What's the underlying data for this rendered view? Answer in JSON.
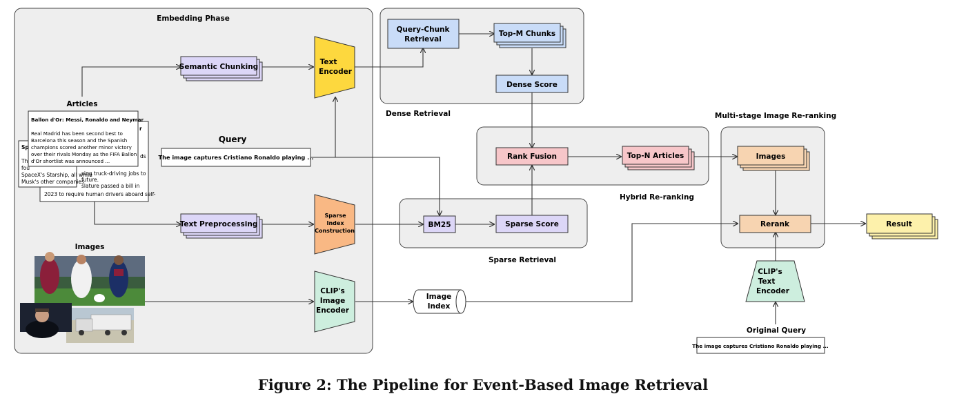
{
  "caption": "Figure 2: The Pipeline for Event-Based Image Retrieval",
  "groups": {
    "embedding": "Embedding Phase",
    "dense": "Dense Retrieval",
    "hybrid": "Hybrid Re-ranking",
    "sparse": "Sparse Retrieval",
    "multistage": "Multi-stage Image Re-ranking"
  },
  "labels": {
    "articles": "Articles",
    "query": "Query",
    "images": "Images",
    "original_query": "Original Query"
  },
  "article_doc": {
    "title": "Ballon d'Or: Messi, Ronaldo and Neymar",
    "body_lines": [
      "Real Madrid has been second best to",
      "Barcelona this season and the Spanish",
      "champions scored another minor victory",
      "over their rivals Monday as the FIFA Ballon",
      "d'Or shortlist was announced ..."
    ],
    "back1_lines": [
      "The",
      "fou",
      "SpaceX's Starship, all while",
      "Musk's other companies"
    ],
    "back1_title": "Spa",
    "back2_lines": [
      "ds",
      "sing truck-driving jobs to",
      "future.",
      "slature passed a bill in",
      "2023 to require human drivers aboard self-"
    ],
    "back2_title": "r"
  },
  "query_text": "The image captures Cristiano Ronaldo playing ...",
  "original_query_text": "The image captures Cristiano Ronaldo playing ...",
  "nodes": {
    "semantic_chunking": "Semantic Chunking",
    "text_encoder": [
      "Text",
      "Encoder"
    ],
    "text_preprocessing": "Text Preprocessing",
    "sparse_index": [
      "Sparse",
      "Index",
      "Construction"
    ],
    "clip_image_encoder": [
      "CLIP's",
      "Image",
      "Encoder"
    ],
    "image_index": [
      "Image",
      "Index"
    ],
    "query_chunk_retrieval": [
      "Query-Chunk",
      "Retrieval"
    ],
    "top_m_chunks": "Top-M Chunks",
    "dense_score": "Dense Score",
    "bm25": "BM25",
    "sparse_score": "Sparse Score",
    "rank_fusion": "Rank Fusion",
    "top_n_articles": "Top-N Articles",
    "images_node": "Images",
    "rerank": "Rerank",
    "clip_text_encoder": [
      "CLIP's",
      "Text",
      "Encoder"
    ],
    "result": "Result"
  },
  "colors": {
    "group_fill": "#eeeeee",
    "blue": "#c9dcf8",
    "purple": "#dcd6f7",
    "yellow": "#fdd83e",
    "orange": "#f9b884",
    "green": "#cdeede",
    "pink": "#f7c6c9",
    "peach": "#f7d4b1",
    "result_yellow": "#fdf1ab"
  },
  "image_icons": [
    "football-players-photo",
    "elon-musk-photo",
    "semi-truck-photo"
  ]
}
